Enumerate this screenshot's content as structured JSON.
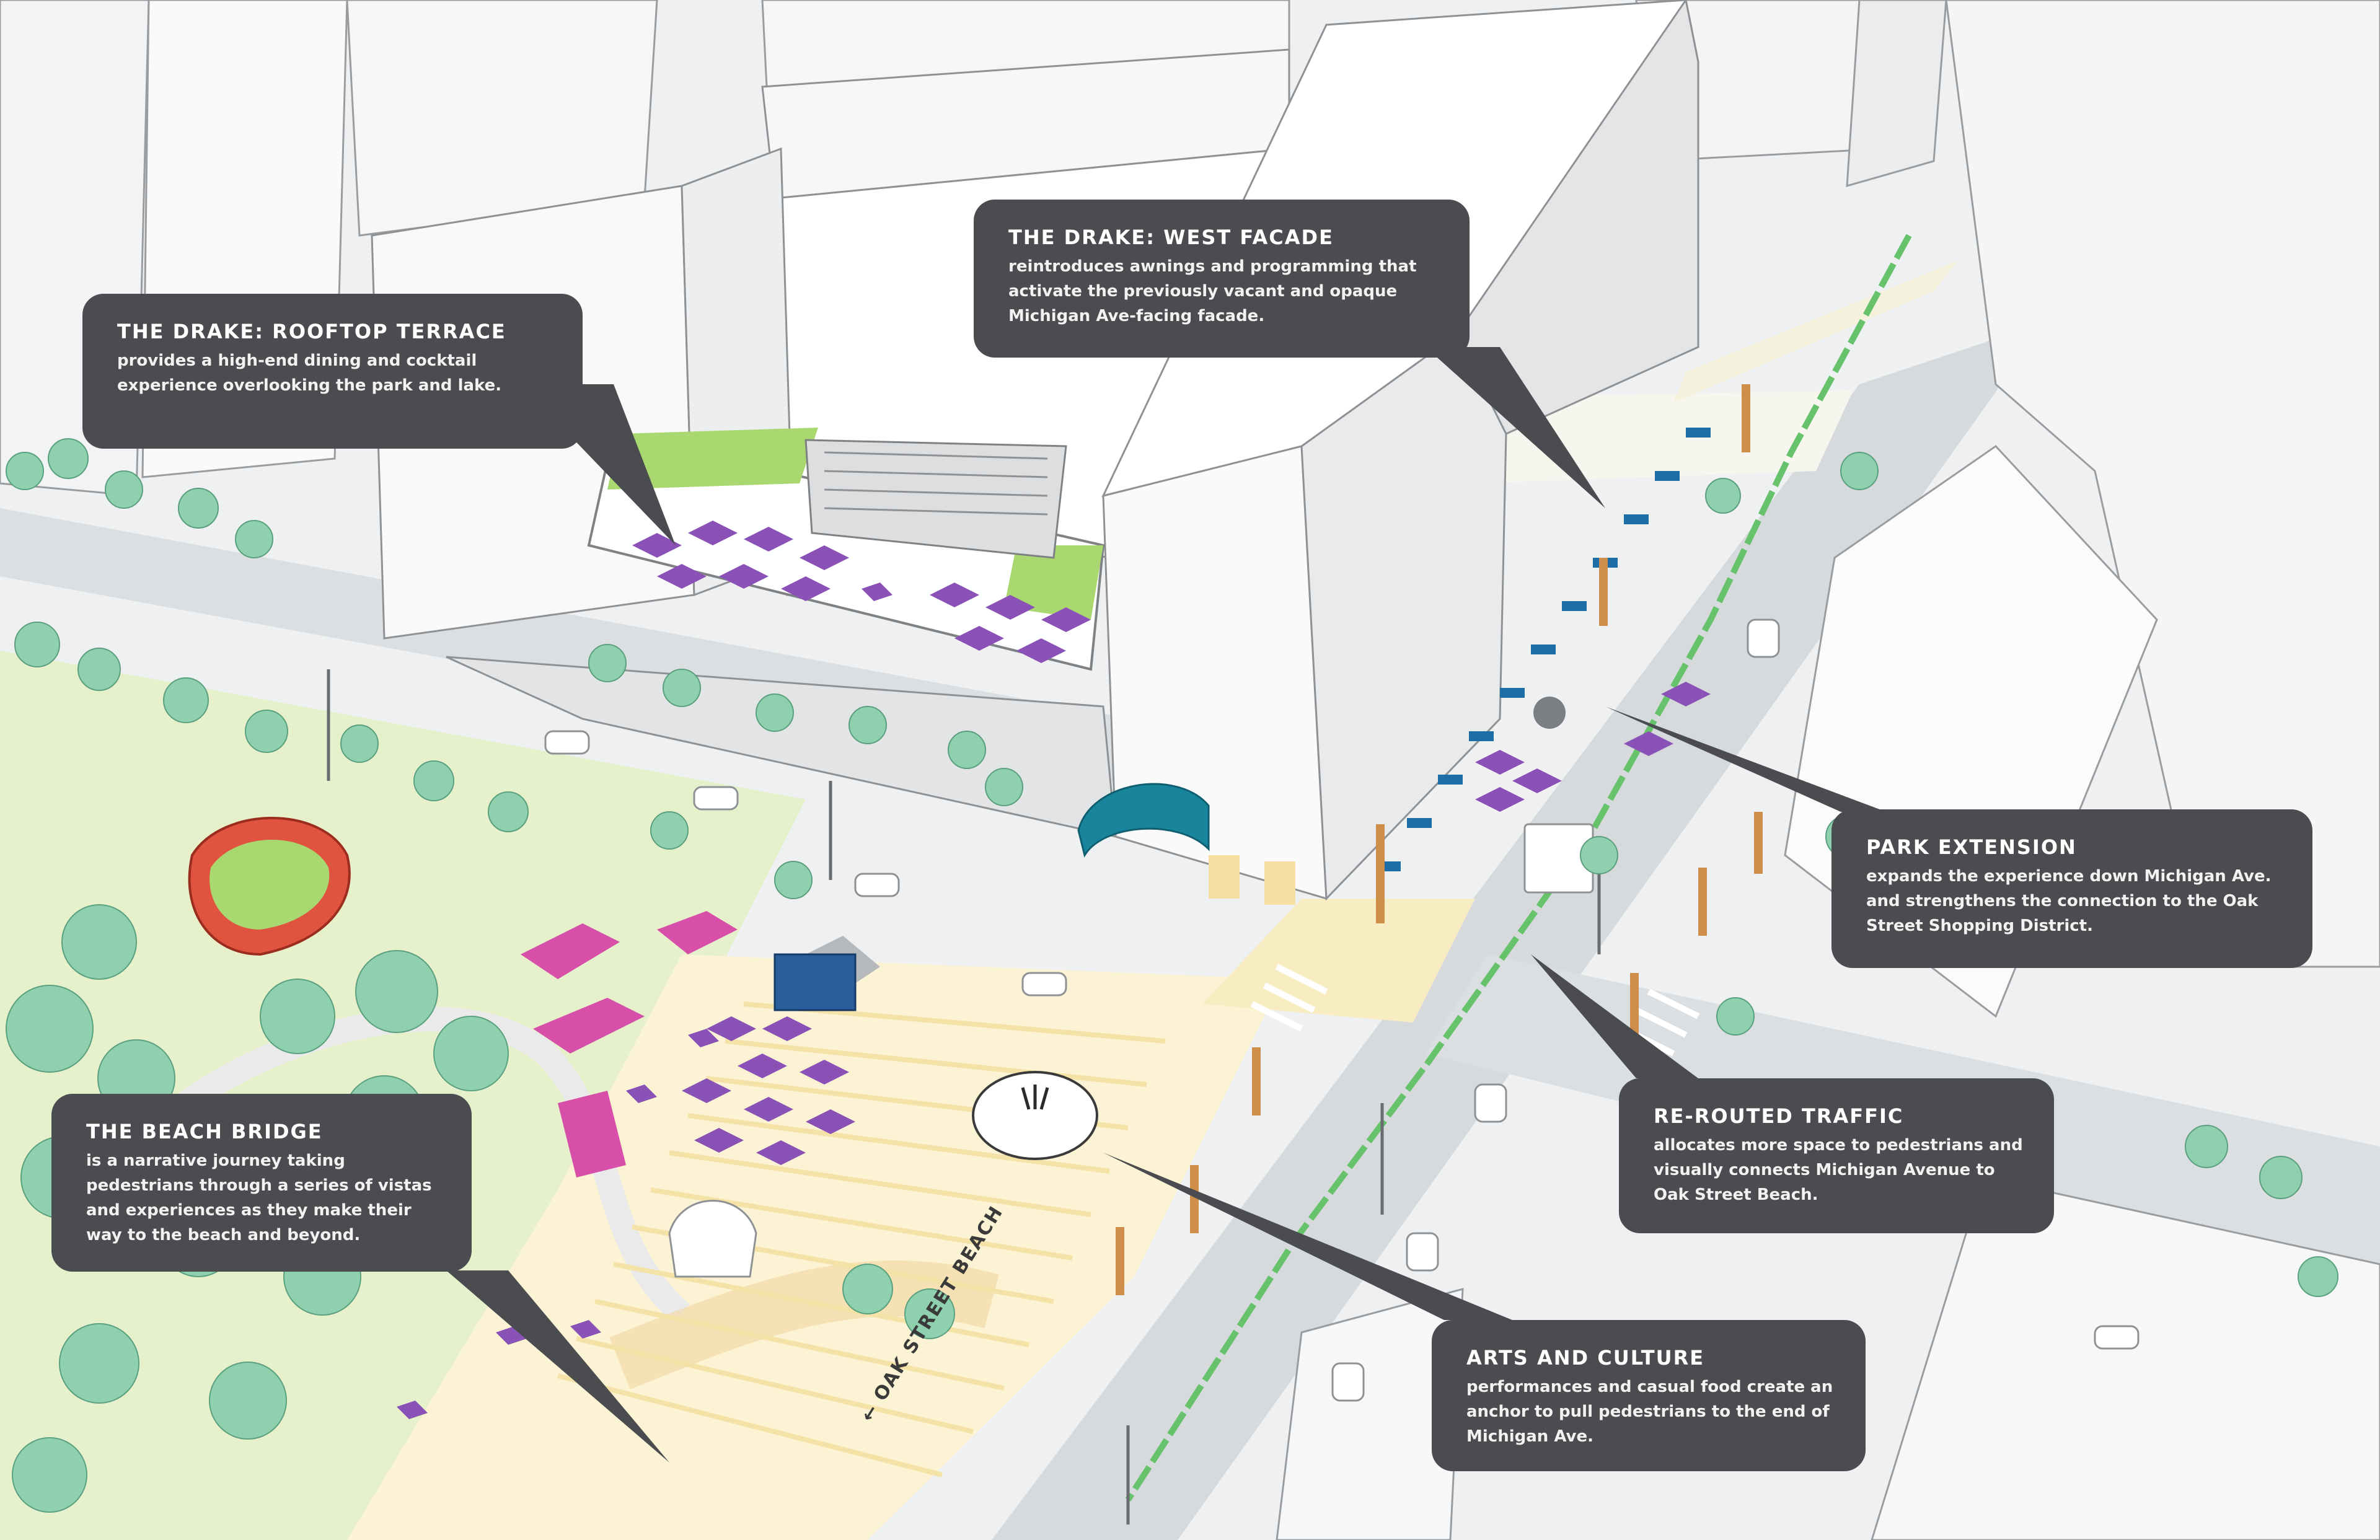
{
  "callouts": [
    {
      "title": "THE DRAKE: ROOFTOP TERRACE",
      "lines": [
        "provides a high-end dining and cocktail",
        "experience overlooking the park and lake."
      ]
    },
    {
      "title": "THE DRAKE: WEST FACADE",
      "lines": [
        "reintroduces awnings and programming that",
        "activate the previously vacant and opaque",
        "Michigan Ave-facing facade."
      ]
    },
    {
      "title": "PARK EXTENSION",
      "lines": [
        "expands the experience down Michigan Ave.",
        "and strengthens the connection to the Oak",
        "Street Shopping District."
      ]
    },
    {
      "title": "RE-ROUTED TRAFFIC",
      "lines": [
        "allocates more space to pedestrians and",
        "visually connects Michigan Avenue to",
        "Oak Street Beach."
      ]
    },
    {
      "title": "THE BEACH BRIDGE",
      "lines": [
        "is a narrative journey taking",
        "pedestrians through a series of vistas",
        "and experiences as they make their",
        "way to the beach and beyond."
      ]
    },
    {
      "title": "ARTS AND CULTURE",
      "lines": [
        "performances and casual food create an",
        "anchor to pull pedestrians to the end of",
        "Michigan Ave."
      ]
    }
  ],
  "street_label": "OAK STREET BEACH",
  "colors": {
    "callout_bg": "#4a4c4f",
    "plaza": "#fbf3d3",
    "park": "#e6f1cc",
    "tree": "#8fd1ae",
    "umbrella": "#8a52b6",
    "pavilion": "#e0533f",
    "bike_lane": "#66c26b",
    "awning": "#1d6ea8",
    "canopy": "#18859c",
    "kiosk": "#2a5e9a",
    "pink_block": "#d84fa9",
    "totem": "#cf8e4a"
  }
}
